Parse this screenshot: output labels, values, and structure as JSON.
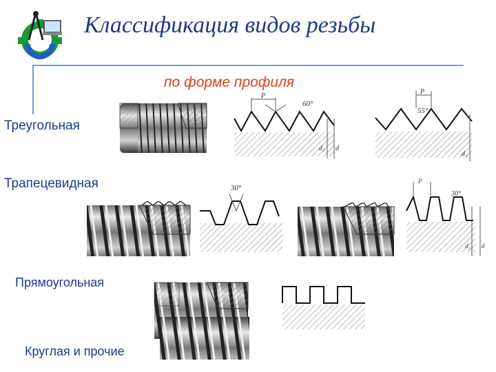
{
  "title": "Классификация видов резьбы",
  "subtitle": "по форме профиля",
  "labels": [
    "Треугольная",
    "Трапецевидная",
    "Прямоугольная",
    "Круглая и прочие"
  ],
  "annotations": {
    "angle_60": "60°",
    "angle_55": "55°",
    "angle_30": "30°",
    "angle_30b": "30°",
    "pitch_p": "P",
    "pitch_p2": "P",
    "pitch_p3": "P",
    "d1": "d₁",
    "d": "d",
    "d1b": "d₁",
    "d1c": "d₁",
    "dc": "d"
  },
  "colors": {
    "title": "#1d3a8a",
    "subtitle": "#e0401a",
    "rule": "#6fa0d0"
  },
  "icons": [
    "compass-gear-logo-icon"
  ]
}
